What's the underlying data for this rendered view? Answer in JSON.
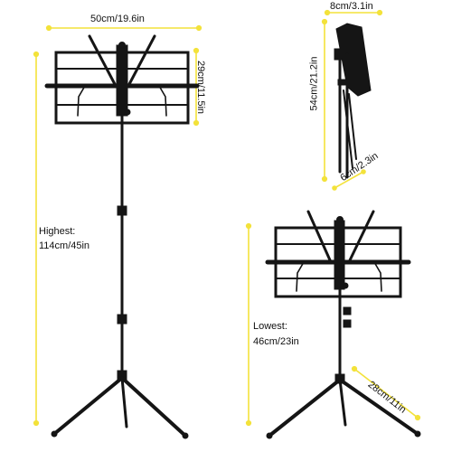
{
  "dimensions": {
    "width_top": "50cm/19.6in",
    "height_desk": "29cm/11.5in",
    "folded_width": "8cm/3.1in",
    "folded_length": "54cm/21.2in",
    "folded_depth": "6cm/2.3in",
    "highest_label": "Highest:",
    "highest_value": "114cm/45in",
    "lowest_label": "Lowest:",
    "lowest_value": "46cm/23in",
    "leg_spread": "28cm/11in"
  },
  "colors": {
    "dimension_line": "#f3e23a",
    "stand_metal": "#151515",
    "background": "#ffffff"
  }
}
